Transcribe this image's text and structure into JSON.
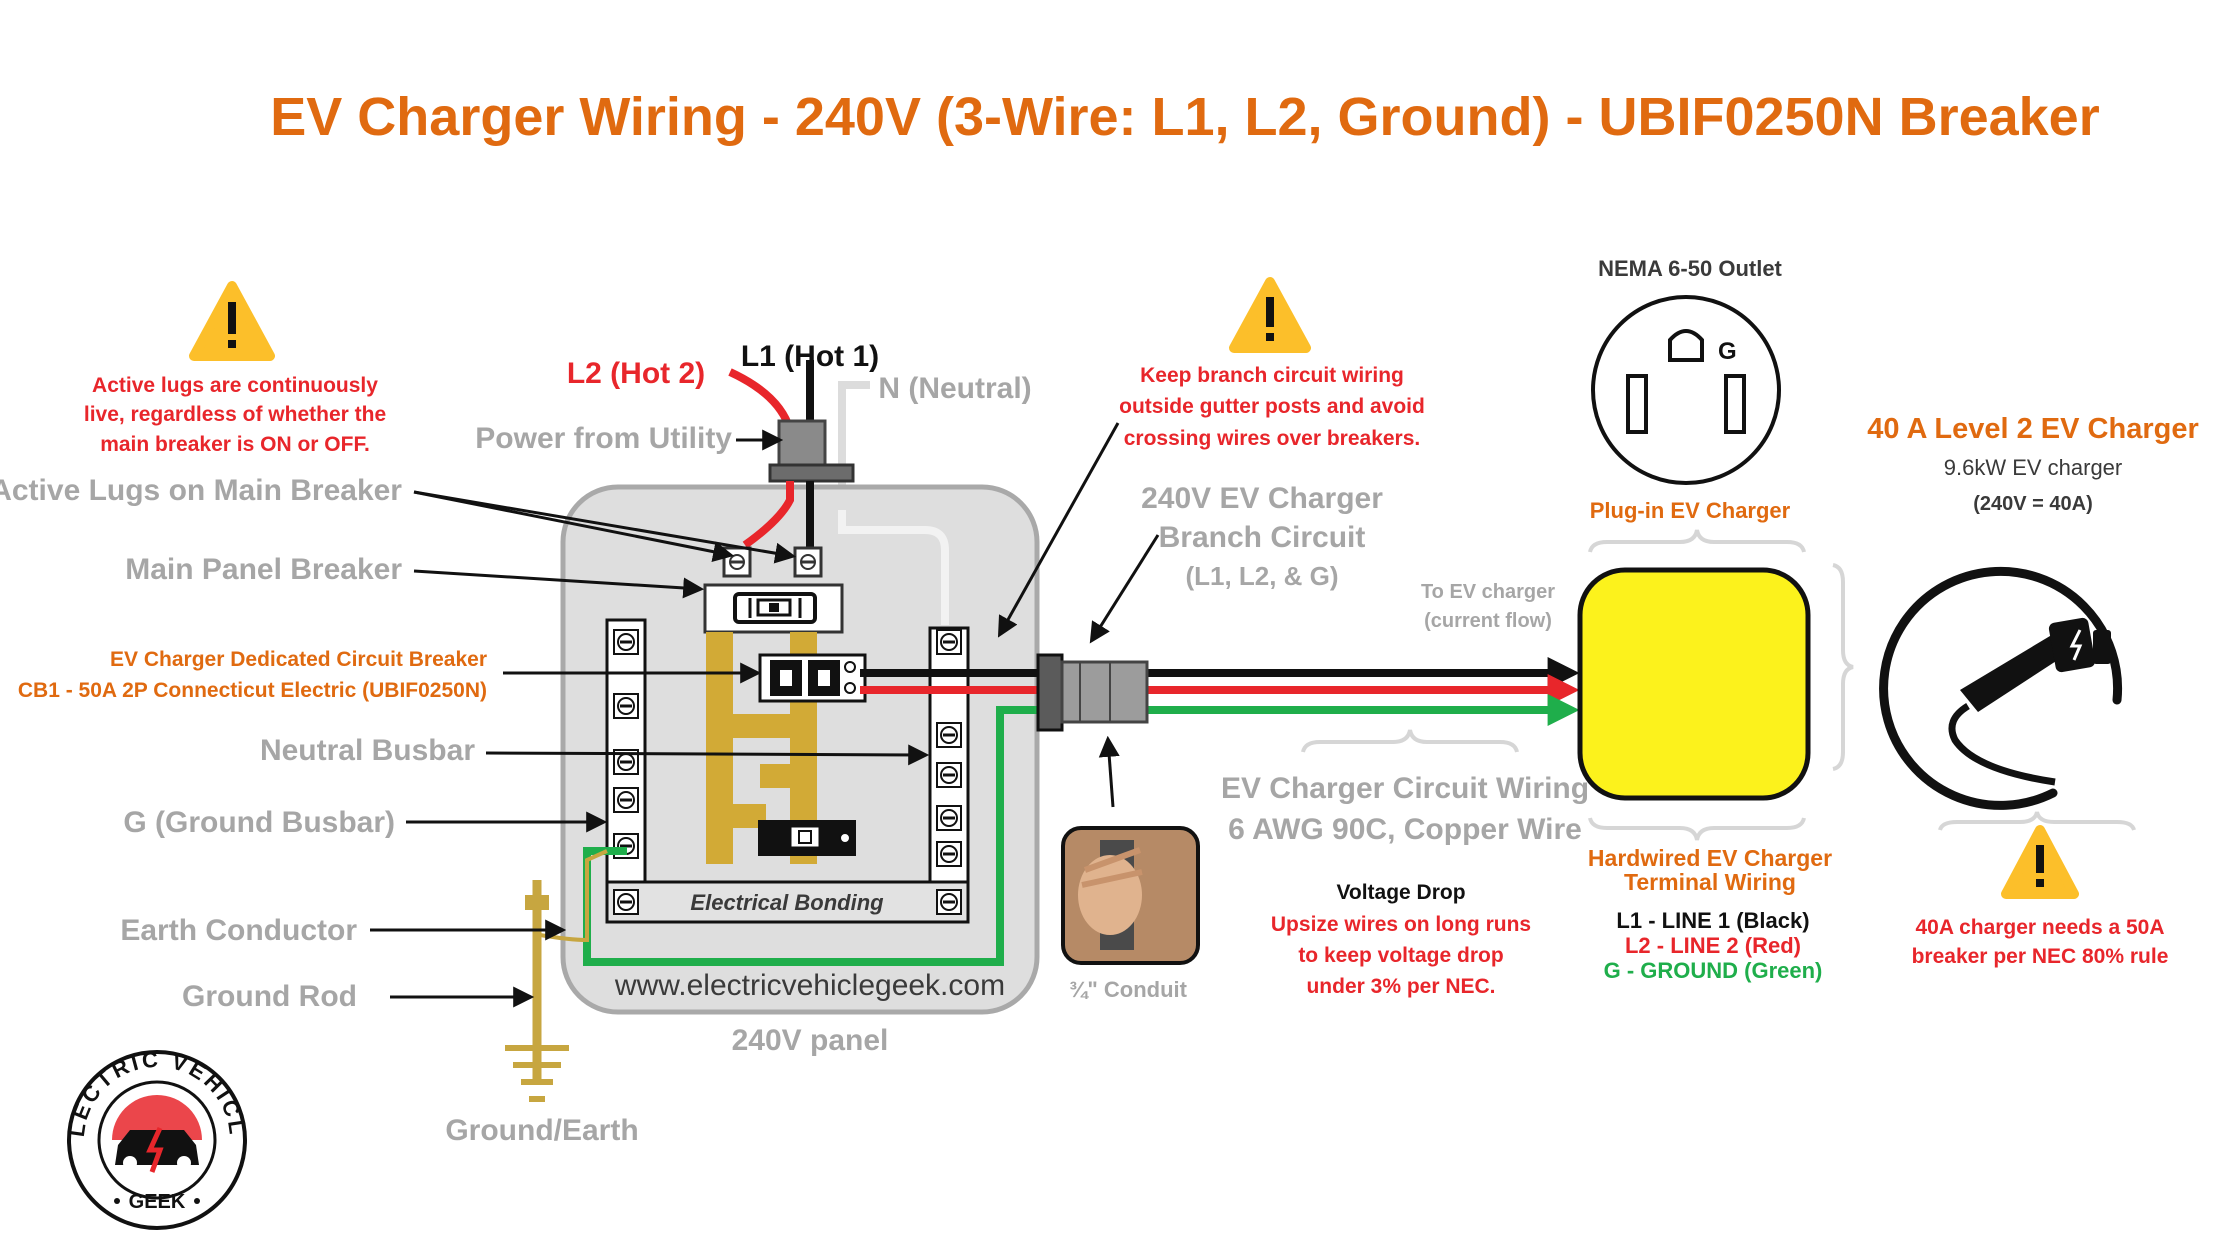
{
  "title": "EV Charger Wiring - 240V (3-Wire: L1, L2, Ground) - UBIF0250N Breaker",
  "warnings": {
    "left": [
      "Active lugs are continuously",
      "live, regardless of whether the",
      "main breaker is ON or OFF."
    ],
    "center": [
      "Keep branch circuit wiring",
      "outside gutter posts and avoid",
      "crossing wires over breakers."
    ],
    "right": [
      "40A charger needs a 50A",
      "breaker per NEC 80% rule"
    ]
  },
  "labels": {
    "l2": "L2 (Hot 2)",
    "l1": "L1 (Hot 1)",
    "neutral": "N (Neutral)",
    "power_from_utility": "Power from Utility",
    "active_lugs": "Active Lugs on Main Breaker",
    "main_panel_breaker": "Main Panel Breaker",
    "ev_breaker_line1": "EV Charger Dedicated Circuit Breaker",
    "ev_breaker_line2": "CB1 - 50A 2P Connecticut Electric (UBIF0250N)",
    "neutral_busbar": "Neutral Busbar",
    "ground_busbar": "G (Ground Busbar)",
    "earth_conductor": "Earth Conductor",
    "ground_rod": "Ground Rod",
    "ground_earth": "Ground/Earth",
    "electrical_bonding": "Electrical Bonding",
    "website": "www.electricvehiclegeek.com",
    "panel": "240V panel",
    "branch_circuit": [
      "240V EV Charger",
      "Branch Circuit",
      "(L1, L2, & G)"
    ],
    "to_ev_charger": [
      "To EV charger",
      "(current flow)"
    ],
    "circuit_wiring": [
      "EV Charger Circuit Wiring",
      "6 AWG 90C, Copper Wire"
    ],
    "conduit": "¾\"  Conduit",
    "voltage_drop_title": "Voltage Drop",
    "voltage_drop_body": [
      "Upsize wires on long runs",
      "to keep voltage drop",
      "under 3% per NEC."
    ],
    "nema": "NEMA 6-50 Outlet",
    "nema_g": "G",
    "plug_in": "Plug-in EV Charger",
    "hardwired": [
      "Hardwired EV Charger",
      "Terminal Wiring"
    ],
    "terminal_l1": "L1 - LINE 1 (Black)",
    "terminal_l2": "L2 - LINE 2 (Red)",
    "terminal_g": "G  - GROUND (Green)",
    "charger_title": "40 A Level 2 EV Charger",
    "charger_sub1": "9.6kW EV charger",
    "charger_sub2": "(240V = 40A)"
  },
  "logo": {
    "top": "ELECTRIC VEHICLE",
    "bottom": "GEEK"
  },
  "colors": {
    "title": "#e06a10",
    "line1": "#111111",
    "line2": "#e8262b",
    "ground": "#1fae4b",
    "terminal_box": "#fcf21c",
    "warning": "#fcbf2a",
    "busbar": "#d2aa36"
  }
}
